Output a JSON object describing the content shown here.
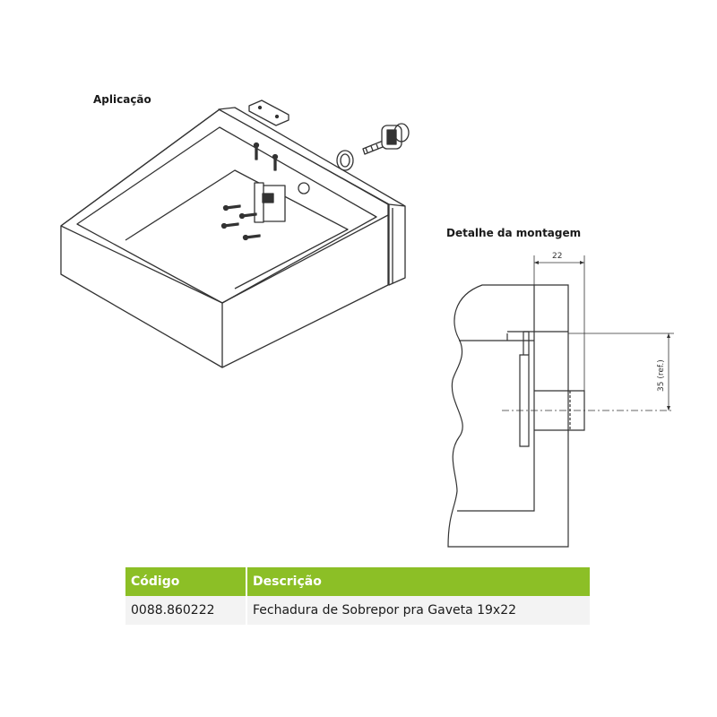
{
  "sections": {
    "application_title": "Aplicação",
    "mounting_title": "Detalhe da montagem"
  },
  "dimensions": {
    "width_label": "22",
    "height_label": "35 (ref.)"
  },
  "table": {
    "headers": {
      "code": "Código",
      "description": "Descrição"
    },
    "rows": [
      {
        "code": "0088.860222",
        "description": "Fechadura de Sobrepor pra Gaveta 19x22"
      }
    ]
  },
  "colors": {
    "header_green": "#8cbf26",
    "row_background": "#f3f3f3",
    "line": "#333333"
  }
}
